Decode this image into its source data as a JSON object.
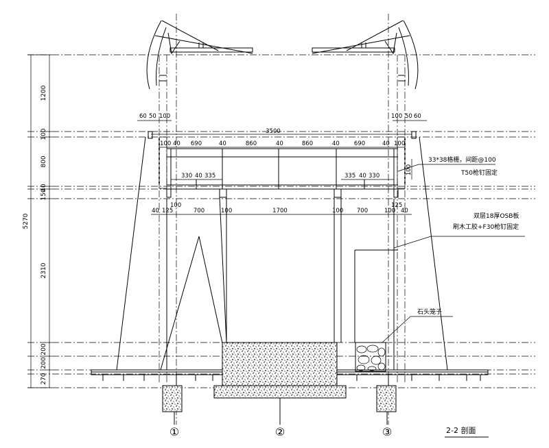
{
  "dimensions_left": [
    "1200",
    "100",
    "800",
    "40",
    "150",
    "5270",
    "2310",
    "200",
    "200",
    "270"
  ],
  "top_dims": {
    "left_small": [
      "60",
      "50",
      "100"
    ],
    "right_small": [
      "100",
      "50",
      "60"
    ],
    "overall": "3500",
    "upper_row": [
      "100",
      "40",
      "690",
      "40",
      "860",
      "40",
      "860",
      "40",
      "690",
      "40",
      "100"
    ],
    "mid_left": [
      "330",
      "40",
      "335"
    ],
    "mid_right": [
      "335",
      "40",
      "330"
    ],
    "lower_row": [
      "40",
      "125",
      "100",
      "700",
      "100",
      "1700",
      "100",
      "700",
      "100",
      "125",
      "40"
    ],
    "vertical_100": "100"
  },
  "annotations": {
    "grille": "33*38格栅，间距@100",
    "grille_fix": "T50枪钉固定",
    "osb": "双层18厚OSB板",
    "osb_fix": "刷木工胶+F30枪钉固定",
    "stone": "石头笼子"
  },
  "axes": [
    "①",
    "②",
    "③"
  ],
  "title": "2-2 剖面"
}
